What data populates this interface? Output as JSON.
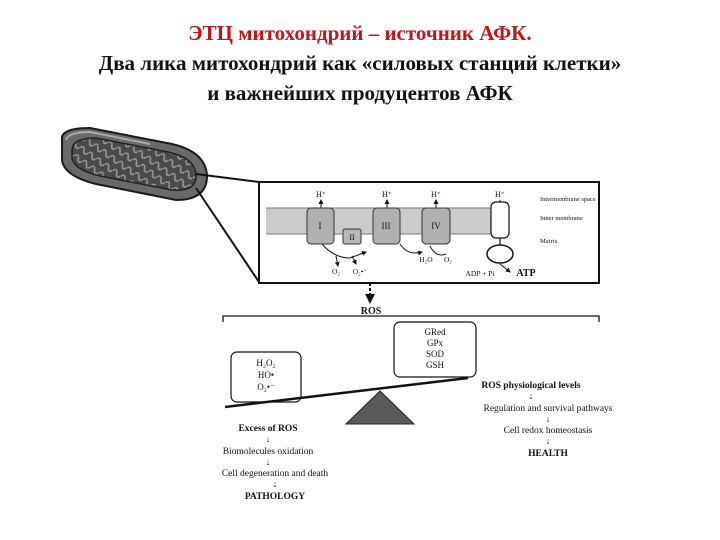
{
  "slide": {
    "title_line1": "ЭТЦ митохондрий – источник АФК.",
    "title_line2": "Два лика митохондрий как «силовых станций клетки»",
    "title_line3": "и важнейших продуцентов АФК"
  },
  "etc": {
    "h_labels": [
      "H⁺",
      "H⁺",
      "H⁺",
      "H⁺"
    ],
    "complexes": [
      "I",
      "II",
      "III",
      "IV"
    ],
    "region_labels": [
      "Intermembrane space",
      "Inner membrane",
      "Matrix"
    ],
    "o2_left": "O₂",
    "superoxide_left": "O₂•⁻",
    "h2o": "H₂O",
    "o2_right": "O₂",
    "adp_pi": "ADP + Pi",
    "atp": "ATP"
  },
  "ros": {
    "ros_label": "ROS",
    "antioxidants": [
      "GRed",
      "GPx",
      "SOD",
      "GSH"
    ],
    "ros_species": [
      "H₂O₂",
      "HO•",
      "O₂•⁻"
    ],
    "health_chain": [
      "ROS physiological levels",
      "Regulation and survival pathways",
      "Cell redox homeostasis",
      "HEALTH"
    ],
    "pathology_chain": [
      "Excess of ROS",
      "Biomolecules oxidation",
      "Cell degeneration and death",
      "PATHOLOGY"
    ],
    "arrow_glyph": "↓"
  }
}
